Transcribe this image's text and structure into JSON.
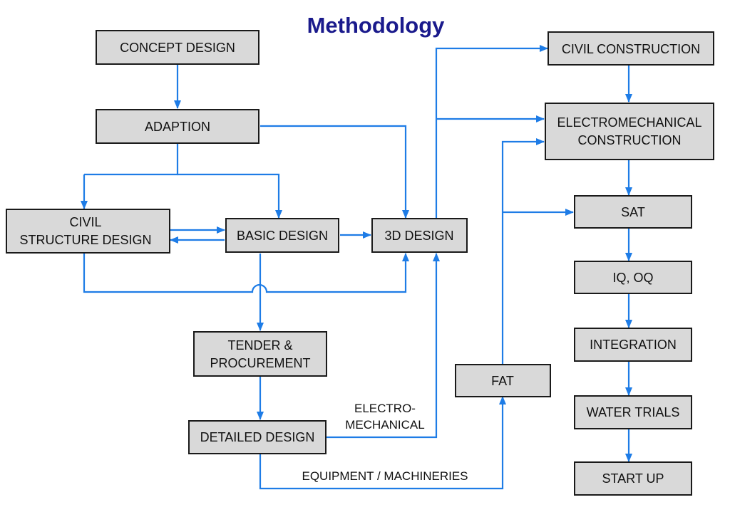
{
  "title": "Methodology",
  "colors": {
    "arrow": "#1e7ce6",
    "box_fill": "#d9d9d9",
    "box_border": "#1a1a1a",
    "title": "#1a1a8c"
  },
  "nodes": {
    "concept_design": {
      "lines": [
        "CONCEPT DESIGN"
      ]
    },
    "adaption": {
      "lines": [
        "ADAPTION"
      ]
    },
    "civil_structure_design": {
      "lines": [
        "CIVIL",
        "STRUCTURE DESIGN"
      ]
    },
    "basic_design": {
      "lines": [
        "BASIC DESIGN"
      ]
    },
    "design_3d": {
      "lines": [
        "3D DESIGN"
      ]
    },
    "tender_procurement": {
      "lines": [
        "TENDER &",
        "PROCUREMENT"
      ]
    },
    "detailed_design": {
      "lines": [
        "DETAILED DESIGN"
      ]
    },
    "fat": {
      "lines": [
        "FAT"
      ]
    },
    "civil_construction": {
      "lines": [
        "CIVIL CONSTRUCTION"
      ]
    },
    "electromechanical_construction": {
      "lines": [
        "ELECTROMECHANICAL",
        "CONSTRUCTION"
      ]
    },
    "sat": {
      "lines": [
        "SAT"
      ]
    },
    "iq_oq": {
      "lines": [
        "IQ, OQ"
      ]
    },
    "integration": {
      "lines": [
        "INTEGRATION"
      ]
    },
    "water_trials": {
      "lines": [
        "WATER TRIALS"
      ]
    },
    "start_up": {
      "lines": [
        "START UP"
      ]
    }
  },
  "edge_labels": {
    "electromechanical": [
      "ELECTRO-",
      "MECHANICAL"
    ],
    "equipment": "EQUIPMENT / MACHINERIES"
  }
}
